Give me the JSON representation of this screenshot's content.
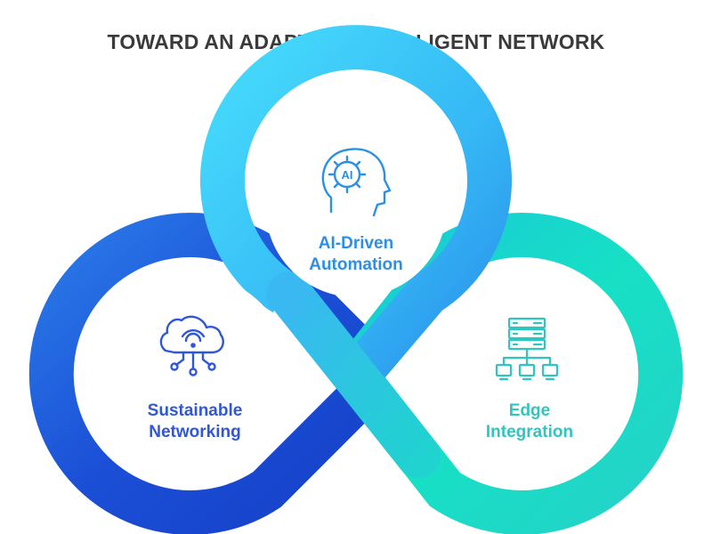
{
  "title": "TOWARD AN ADAPTIVE, INTELLIGENT NETWORK",
  "nodes": {
    "left": {
      "line1": "Sustainable",
      "line2": "Networking",
      "icon": "cloud-wifi-icon",
      "color": "#2f57d8"
    },
    "top": {
      "line1": "AI-Driven",
      "line2": "Automation",
      "icon": "ai-head-icon",
      "icon_text": "AI",
      "color": "#2c8fe6"
    },
    "right": {
      "line1": "Edge",
      "line2": "Integration",
      "icon": "server-network-icon",
      "color": "#2ec6c0"
    }
  },
  "colors": {
    "left_ring": "#1b4fd6",
    "top_ring": "#3fd0f8",
    "right_ring": "#19e0c4"
  }
}
